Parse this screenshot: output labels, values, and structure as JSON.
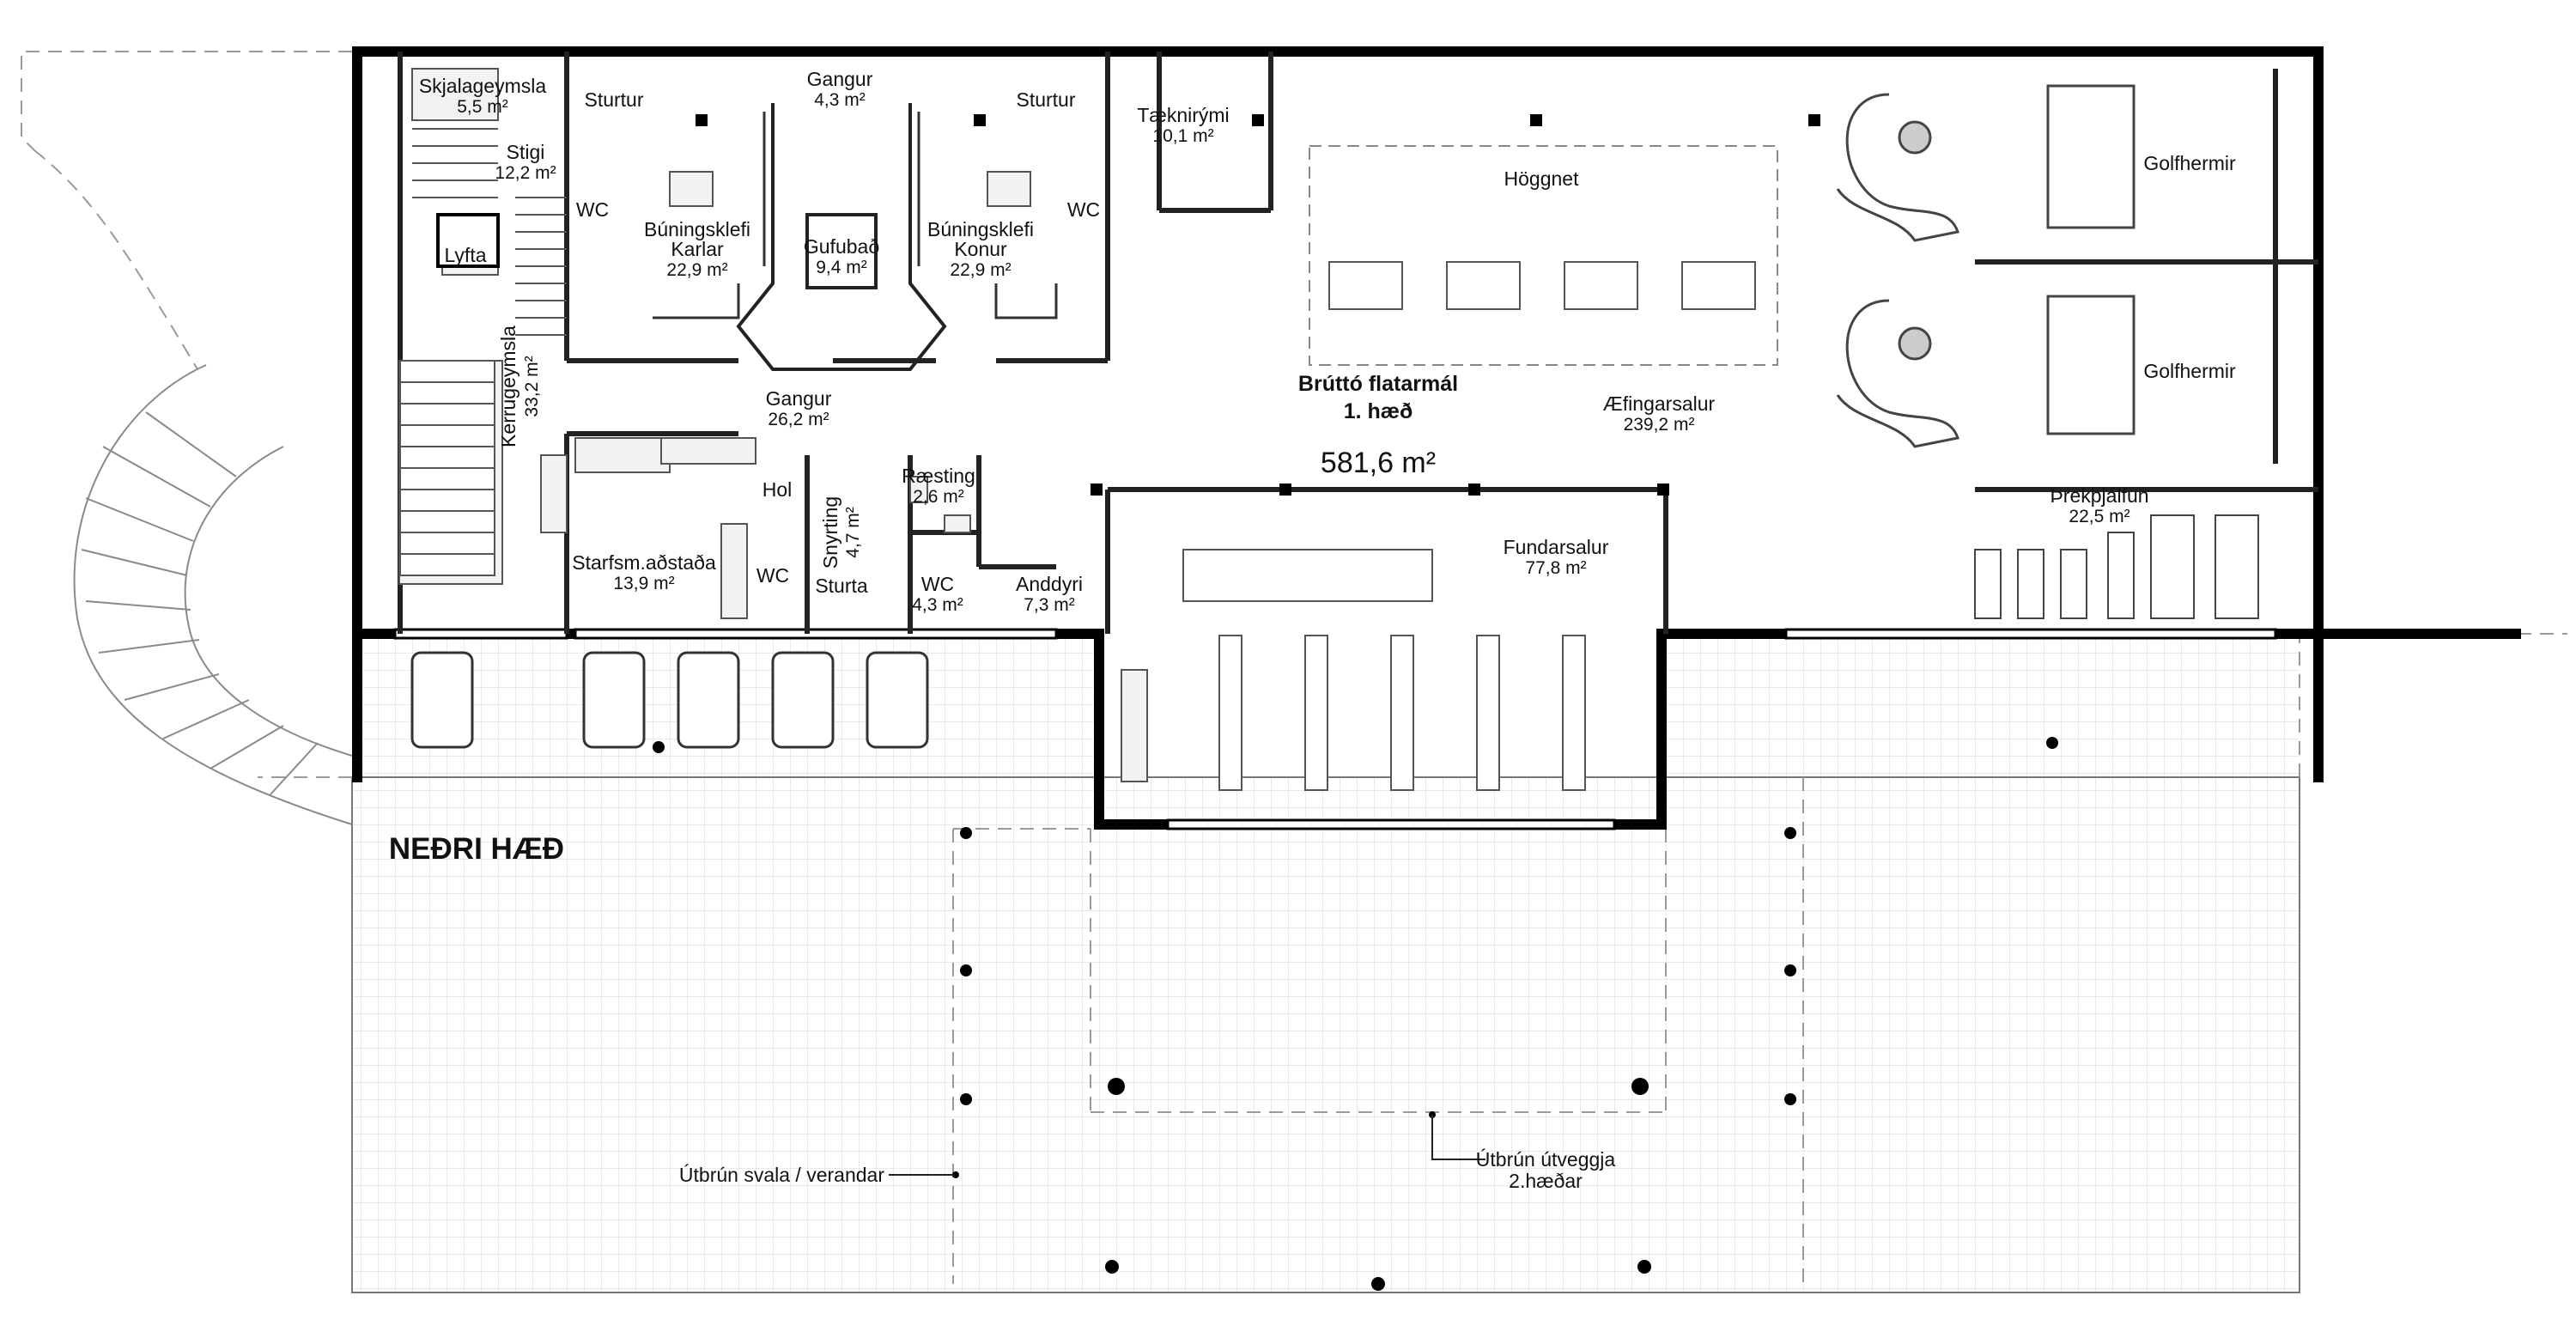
{
  "summary": {
    "title_line1": "Brúttó flatarmál",
    "title_line2": "1. hæð",
    "total_area": "581,6 m²"
  },
  "floor_label": "NEÐRI HÆÐ",
  "rooms": {
    "skjalageymsla": {
      "name": "Skjalageymsla",
      "area": "5,5 m²"
    },
    "stigi": {
      "name": "Stigi",
      "area": "12,2 m²"
    },
    "lyfta": {
      "name": "Lyfta"
    },
    "kerrugeymsla": {
      "name": "Kerrugeymsla",
      "area": "33,2 m²"
    },
    "sturtur_karlar": {
      "name": "Sturtur"
    },
    "wc_karlar": {
      "name": "WC"
    },
    "buningsklefi_karlar": {
      "name": "Búningsklefi",
      "name2": "Karlar",
      "area": "22,9 m²"
    },
    "gangur_top": {
      "name": "Gangur",
      "area": "4,3 m²"
    },
    "gufubad": {
      "name": "Gufubað",
      "area": "9,4 m²"
    },
    "sturtur_konur": {
      "name": "Sturtur"
    },
    "wc_konur": {
      "name": "WC"
    },
    "buningsklefi_konur": {
      "name": "Búningsklefi",
      "name2": "Konur",
      "area": "22,9 m²"
    },
    "taeknirymi": {
      "name": "Tæknirými",
      "area": "10,1 m²"
    },
    "gangur_mid": {
      "name": "Gangur",
      "area": "26,2 m²"
    },
    "hol": {
      "name": "Hol"
    },
    "raesting": {
      "name": "Ræsting",
      "area": "2,6 m²"
    },
    "snyrting": {
      "name": "Snyrting",
      "area": "4,7 m²"
    },
    "starfsm": {
      "name": "Starfsm.aðstaða",
      "area": "13,9 m²"
    },
    "wc_hol": {
      "name": "WC"
    },
    "sturta": {
      "name": "Sturta"
    },
    "wc_mid": {
      "name": "WC",
      "area": "4,3 m²"
    },
    "anddyri": {
      "name": "Anddyri",
      "area": "7,3 m²"
    },
    "fundarsalur": {
      "name": "Fundarsalur",
      "area": "77,8 m²"
    },
    "aefingarsalur": {
      "name": "Æfingarsalur",
      "area": "239,2 m²"
    },
    "hoggnet": {
      "name": "Höggnet"
    },
    "golfhermir1": {
      "name": "Golfhermir"
    },
    "golfhermir2": {
      "name": "Golfhermir"
    },
    "threkthjalfun": {
      "name": "Þrekþjálfun",
      "area": "22,5 m²"
    }
  },
  "annotations": {
    "svala": "Útbrún svala / verandar",
    "utveggja_line1": "Útbrún útveggja",
    "utveggja_line2": "2.hæðar"
  }
}
